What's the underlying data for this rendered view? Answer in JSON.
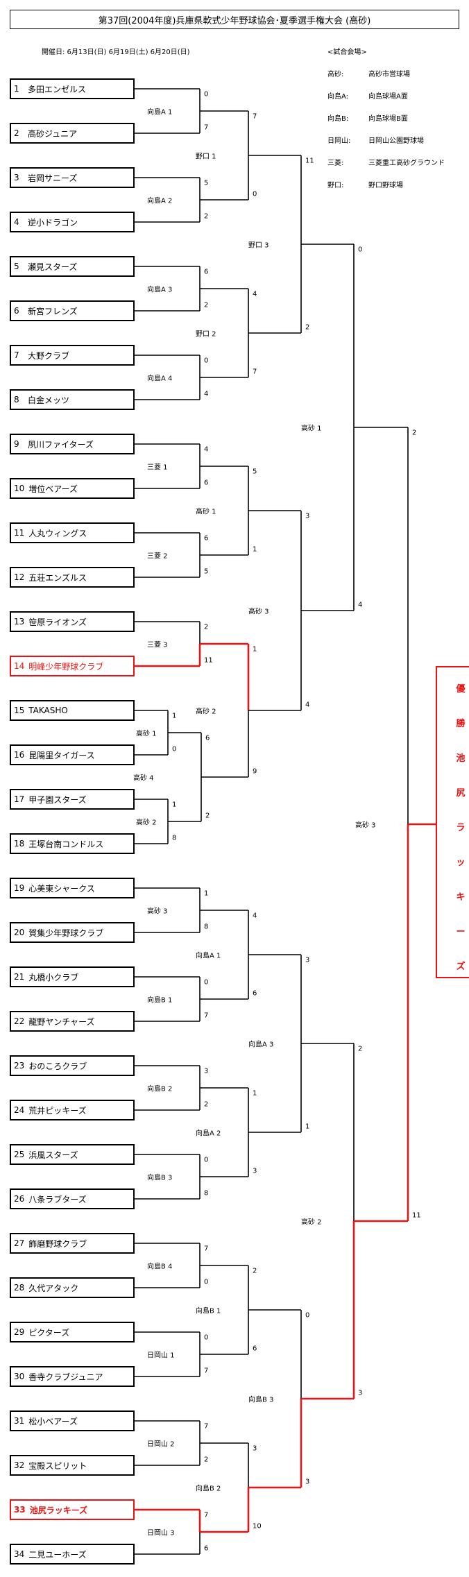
{
  "header": {
    "title": "第37回(2004年度)兵庫県軟式少年野球協会･夏季選手権大会 (高砂)",
    "dates": "開催日: 6月13日(日) 6月19日(土) 6月20日(日)"
  },
  "venues": {
    "heading": "<試合会場>",
    "items": [
      {
        "key": "高砂:",
        "value": "高砂市営球場"
      },
      {
        "key": "向島A:",
        "value": "向島球場A面"
      },
      {
        "key": "向島B:",
        "value": "向島球場B面"
      },
      {
        "key": "日岡山:",
        "value": "日岡山公園野球場"
      },
      {
        "key": "三菱:",
        "value": "三菱重工高砂グラウンド"
      },
      {
        "key": "野口:",
        "value": "野口野球場"
      }
    ]
  },
  "teams": [
    {
      "num": "1",
      "name": "多田エンゼルス"
    },
    {
      "num": "2",
      "name": "高砂ジュニア"
    },
    {
      "num": "3",
      "name": "岩岡サニーズ"
    },
    {
      "num": "4",
      "name": "逆小ドラゴン"
    },
    {
      "num": "5",
      "name": "瀬見スターズ"
    },
    {
      "num": "6",
      "name": "新宮フレンズ"
    },
    {
      "num": "7",
      "name": "大野クラブ"
    },
    {
      "num": "8",
      "name": "白金メッツ"
    },
    {
      "num": "9",
      "name": "夙川ファイターズ"
    },
    {
      "num": "10",
      "name": "増位ベアーズ"
    },
    {
      "num": "11",
      "name": "人丸ウィングス"
    },
    {
      "num": "12",
      "name": "五荘エンズルス"
    },
    {
      "num": "13",
      "name": "笹原ライオンズ"
    },
    {
      "num": "14",
      "name": "明峰少年野球クラブ"
    },
    {
      "num": "15",
      "name": "TAKASHO"
    },
    {
      "num": "16",
      "name": "昆陽里タイガース"
    },
    {
      "num": "17",
      "name": "甲子園スターズ"
    },
    {
      "num": "18",
      "name": "王塚台南コンドルス"
    },
    {
      "num": "19",
      "name": "心美東シャークス"
    },
    {
      "num": "20",
      "name": "賀集少年野球クラブ"
    },
    {
      "num": "21",
      "name": "丸橋小クラブ"
    },
    {
      "num": "22",
      "name": "龍野ヤンチャーズ"
    },
    {
      "num": "23",
      "name": "おのころクラブ"
    },
    {
      "num": "24",
      "name": "荒井ピッキーズ"
    },
    {
      "num": "25",
      "name": "浜風スターズ"
    },
    {
      "num": "26",
      "name": "八条ラブターズ"
    },
    {
      "num": "27",
      "name": "飾磨野球クラブ"
    },
    {
      "num": "28",
      "name": "久代アタック"
    },
    {
      "num": "29",
      "name": "ピクターズ"
    },
    {
      "num": "30",
      "name": "香寺クラブジュニア"
    },
    {
      "num": "31",
      "name": "松小ベアーズ"
    },
    {
      "num": "32",
      "name": "宝殿スピリット"
    },
    {
      "num": "33",
      "name": "池尻ラッキーズ"
    },
    {
      "num": "34",
      "name": "二見ユーホーズ"
    }
  ],
  "highlight": {
    "winner_path_color": "#ee1111",
    "line_color": "#000000"
  },
  "games": {
    "r1_g1": {
      "venue": "向島A 1",
      "top": "0",
      "bottom": "7"
    },
    "r1_g2": {
      "venue": "向島A 2",
      "top": "5",
      "bottom": "2"
    },
    "r1_g3": {
      "venue": "向島A 3",
      "top": "6",
      "bottom": "2"
    },
    "r1_g4": {
      "venue": "向島A 4",
      "top": "0",
      "bottom": "4"
    },
    "r1_g5": {
      "venue": "三菱 1",
      "top": "4",
      "bottom": "6"
    },
    "r1_g6": {
      "venue": "三菱 2",
      "top": "6",
      "bottom": "5"
    },
    "r1_g7": {
      "venue": "三菱 3",
      "top": "2",
      "bottom": "11"
    },
    "p_g1": {
      "venue": "高砂 1",
      "top": "1",
      "bottom": "0"
    },
    "p_g2": {
      "venue": "高砂 2",
      "top": "1",
      "bottom": "8"
    },
    "r1_g8": {
      "venue": "高砂 3",
      "top": "1",
      "bottom": "8"
    },
    "r1_g9": {
      "venue": "向島B 1",
      "top": "0",
      "bottom": "7"
    },
    "r1_g10": {
      "venue": "向島B 2",
      "top": "3",
      "bottom": "2"
    },
    "r1_g11": {
      "venue": "向島B 3",
      "top": "0",
      "bottom": "8"
    },
    "r1_g12": {
      "venue": "向島B 4",
      "top": "7",
      "bottom": "0"
    },
    "r1_g13": {
      "venue": "日岡山 1",
      "top": "0",
      "bottom": "7"
    },
    "r1_g14": {
      "venue": "日岡山 2",
      "top": "7",
      "bottom": "2"
    },
    "r1_g15": {
      "venue": "日岡山 3",
      "top": "7",
      "bottom": "6"
    },
    "r2_g1": {
      "venue": "野口 1",
      "top": "7",
      "bottom": "0"
    },
    "r2_g2": {
      "venue": "野口 2",
      "top": "4",
      "bottom": "7"
    },
    "r2_g3": {
      "venue": "高砂 1",
      "top": "5",
      "bottom": "1"
    },
    "r2_g4": {
      "venue": "高砂 2",
      "top": "1",
      "bottom": "9"
    },
    "r2_g4b": {
      "venue": "高砂 4",
      "top": "6",
      "bottom": "2"
    },
    "r2_g5": {
      "venue": "向島A 1",
      "top": "4",
      "bottom": "6"
    },
    "r2_g6": {
      "venue": "向島A 2",
      "top": "1",
      "bottom": "3"
    },
    "r2_g7": {
      "venue": "向島B 1",
      "top": "2",
      "bottom": "6"
    },
    "r2_g8": {
      "venue": "向島B 2",
      "top": "3",
      "bottom": "10"
    },
    "r3_g1": {
      "venue": "野口 3",
      "top": "11",
      "bottom": "2"
    },
    "r3_g2": {
      "venue": "高砂 3",
      "top": "3",
      "bottom": "4"
    },
    "r3_g3": {
      "venue": "向島A 3",
      "top": "3",
      "bottom": "1"
    },
    "r3_g4": {
      "venue": "向島B 3",
      "top": "0",
      "bottom": "3"
    },
    "sf_1": {
      "venue": "高砂 1",
      "top": "0",
      "bottom": "4"
    },
    "sf_2": {
      "venue": "高砂 2",
      "top": "2",
      "bottom": "3"
    },
    "final": {
      "venue": "高砂 3",
      "top": "2",
      "bottom": "11"
    }
  },
  "champion": {
    "chars": [
      "優",
      "勝",
      "池",
      "尻",
      "ラ",
      "ッ",
      "キ",
      "ー",
      "ズ"
    ]
  }
}
